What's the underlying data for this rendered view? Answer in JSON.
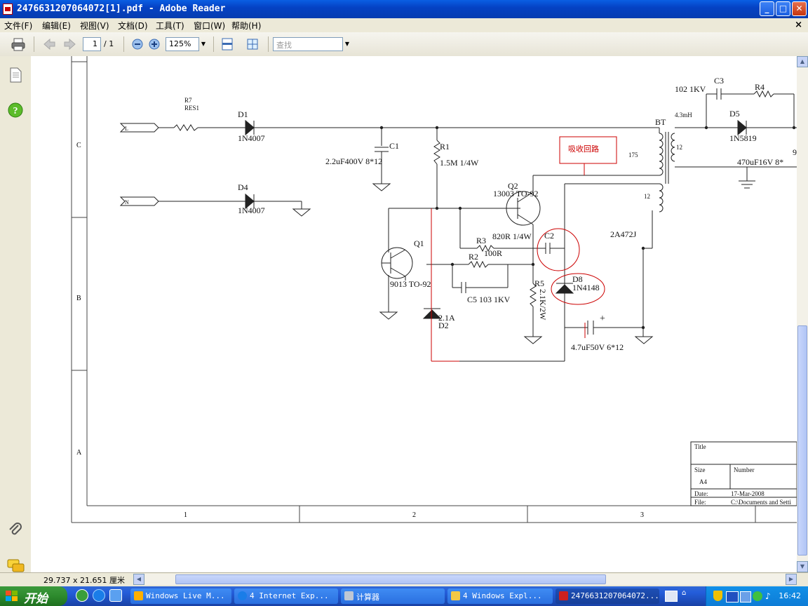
{
  "window": {
    "title": "2476631207064072[1].pdf - Adobe Reader",
    "buttons": {
      "minimize": "_",
      "maximize": "□",
      "close": "✕"
    }
  },
  "menu": {
    "items": [
      "文件(F)",
      "编辑(E)",
      "视图(V)",
      "文档(D)",
      "工具(T)",
      "窗口(W)",
      "帮助(H)"
    ],
    "doc_close": "×"
  },
  "toolbar": {
    "page_current": "1",
    "page_total": "/ 1",
    "zoom": "125%",
    "search_placeholder": "查找"
  },
  "schematic": {
    "row_labels": [
      "C",
      "B",
      "A"
    ],
    "col_labels": [
      "1",
      "2",
      "3"
    ],
    "components": {
      "r7": "R7",
      "r7_val": "RES1",
      "d1": "D1",
      "d1_val": "1N4007",
      "d4": "D4",
      "d4_val": "1N4007",
      "conn_l": "L",
      "conn_n": "N",
      "c1": "C1",
      "c1_val": "2.2uF400V  8*12",
      "r1": "R1",
      "r1_val": "1.5M  1/4W",
      "q2": "Q2",
      "q2_val": "13003   TO-92",
      "q1": "Q1",
      "q1_val": "9013  TO-92",
      "r3": "R3",
      "r3_val": "100R",
      "r3_note": "820R  1/4W",
      "r2": "R2",
      "c2": "C2",
      "c5": "C5  103  1KV",
      "d2": "2.1A",
      "d2_name": "D2",
      "r5": "R5",
      "r5_val": "2.1K/2W",
      "d8": "D8",
      "d8_val": "1N4148",
      "c4_val": "4.7uF50V   6*12",
      "c_2a472j": "2A472J",
      "c3": "C3",
      "c3_val": "102  1KV",
      "r4": "R4",
      "bt": "BT",
      "bt_l": "4.3mH",
      "bt_175": "175",
      "bt_12a": "12",
      "bt_12b": "12",
      "d5": "D5",
      "d5_val": "1N5819",
      "c_out": "470uF16V  8*",
      "partial_9": "9",
      "plus": "+"
    },
    "annotation": "吸收回路",
    "title_block": {
      "title_label": "Title",
      "size_label": "Size",
      "size_value": "A4",
      "number_label": "Number",
      "date_label": "Date:",
      "date_value": "17-Mar-2008",
      "file_label": "File:",
      "file_value": "C:\\Documents and Setti"
    }
  },
  "status": {
    "page_size": "29.737 x 21.651 厘米"
  },
  "taskbar": {
    "start_label": "开始",
    "tasks": [
      {
        "label": "Windows Live M...",
        "color": "#ffb000"
      },
      {
        "label": "4 Internet Exp...",
        "color": "#1a7de8"
      },
      {
        "label": "计算器",
        "color": "#bfc7d4"
      },
      {
        "label": "4 Windows Expl...",
        "color": "#f3c846"
      },
      {
        "label": "2476631207064072...",
        "color": "#cc2020"
      }
    ],
    "clock": "16:42"
  },
  "colors": {
    "titlebar": "#0542c4",
    "taskbar": "#245edb",
    "start": "#2d8a2d",
    "annotation": "#cc0000"
  }
}
